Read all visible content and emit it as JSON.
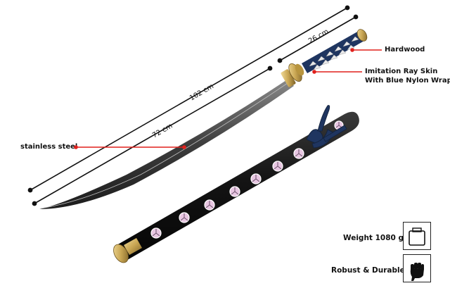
{
  "measurements": {
    "overall": "102 cm",
    "blade": "72 cm",
    "handle": "26 cm"
  },
  "callouts": {
    "hardwood": "Hardwood",
    "ray_skin_line1": "Imitation Ray Skin",
    "ray_skin_line2": "With Blue Nylon Wrap",
    "steel": "stainless steel"
  },
  "features": [
    {
      "label": "Weight 1080 g",
      "icon": "weight-icon"
    },
    {
      "label": "Robust & Durable",
      "icon": "fist-icon"
    }
  ],
  "colors": {
    "callout_red": "#e0201c",
    "handle_wrap": "#1f3560",
    "scabbard": "#151515",
    "diamond_pink": "#e8c6e2",
    "fittings_gold": "#c9a653"
  }
}
